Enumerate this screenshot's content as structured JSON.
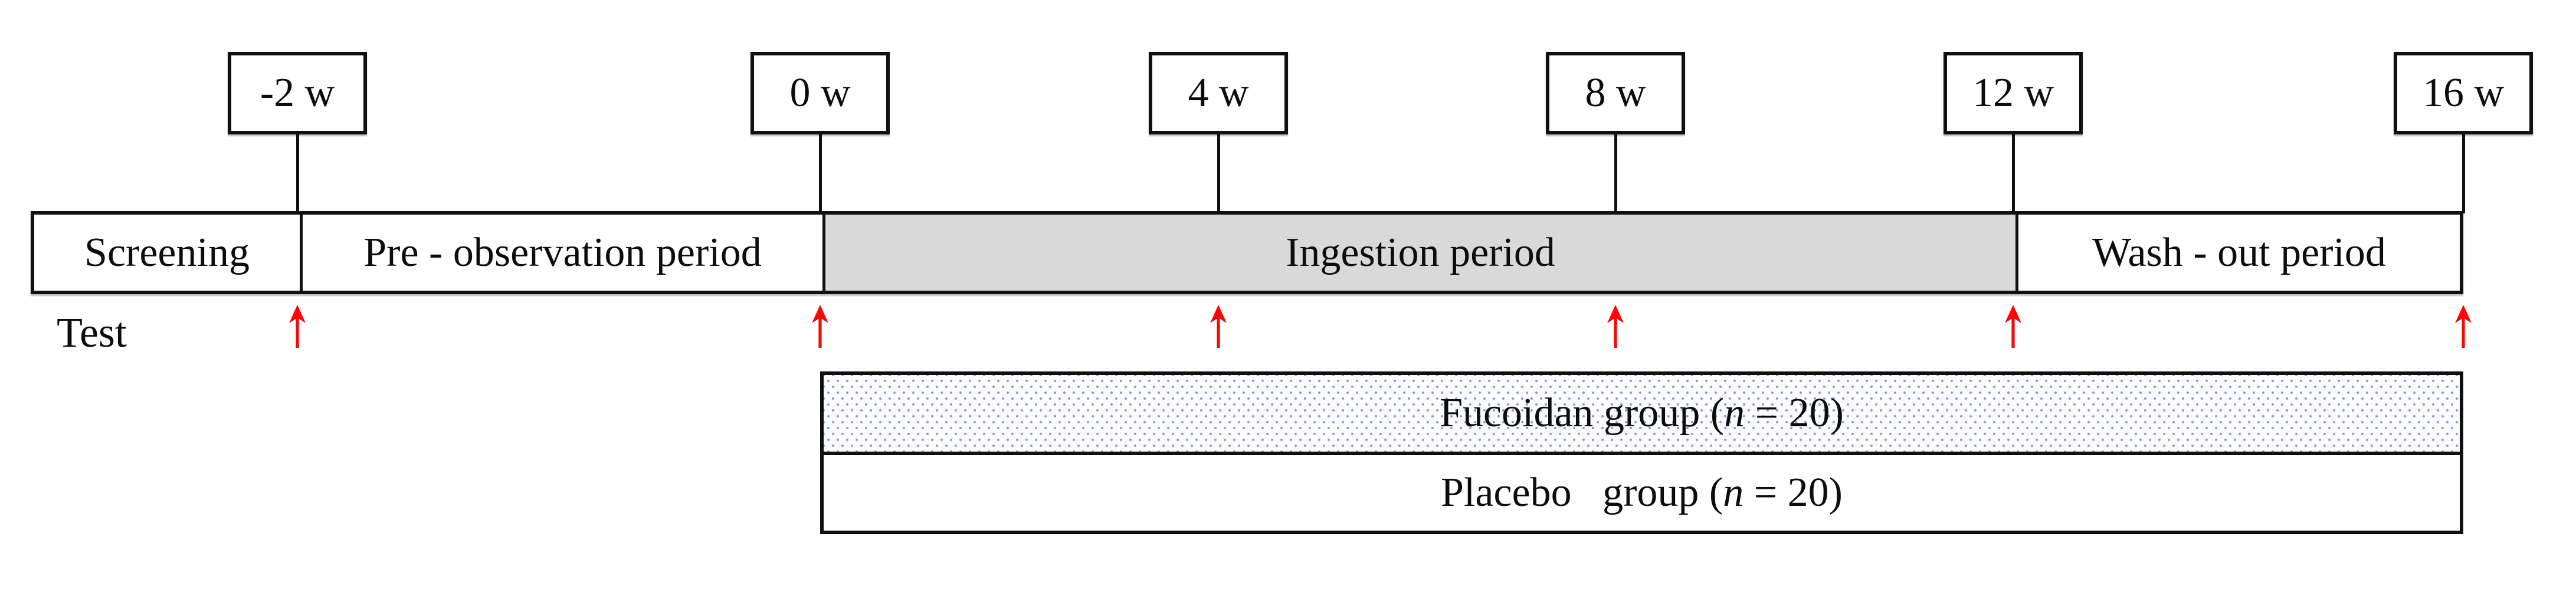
{
  "diagram": {
    "kind": "clinical-study-design-timeline",
    "time_axis": {
      "unit": "weeks",
      "labels": [
        "-2 w",
        "0 w",
        "4 w",
        "8 w",
        "12 w",
        "16 w"
      ],
      "values": [
        -2,
        0,
        4,
        8,
        12,
        16
      ]
    },
    "periods": [
      {
        "label": "Screening"
      },
      {
        "label": "Pre - observation period"
      },
      {
        "label": "Ingestion period"
      },
      {
        "label": "Wash - out period"
      }
    ],
    "test_row": {
      "label": "Test",
      "arrow_count": 6,
      "arrows_at_weeks": [
        -2,
        0,
        4,
        8,
        12,
        16
      ]
    },
    "groups": {
      "fucoidan": {
        "prefix": "Fucoidan group (",
        "n_symbol": "n",
        "suffix": " = 20)",
        "n": 20
      },
      "placebo": {
        "prefix": "Placebo   group (",
        "n_symbol": "n",
        "suffix": " = 20)",
        "n": 20
      }
    },
    "colors": {
      "line_black": "#101010",
      "ingestion_fill_gray": "#d9d9d9",
      "arrow_red": "#f50808",
      "fucoidan_dot_blue": "#7c91cd"
    }
  }
}
